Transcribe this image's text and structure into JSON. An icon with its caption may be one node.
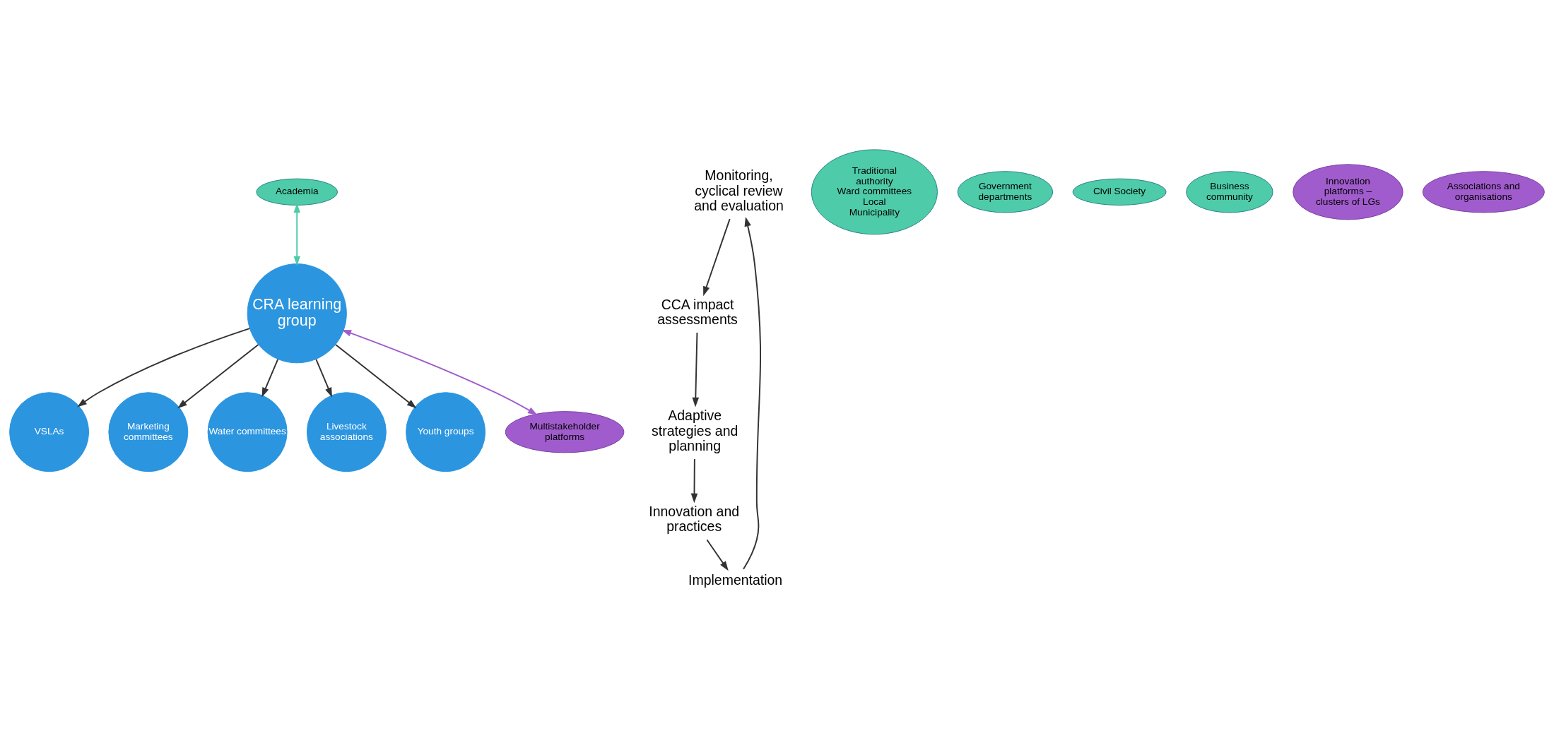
{
  "diagram": {
    "nodes": [
      {
        "text": [
          "CRA learning group"
        ]
      },
      {
        "text": [
          "VSLAs"
        ]
      },
      {
        "text": [
          "Marketing committees"
        ]
      },
      {
        "text": [
          "Water committees"
        ]
      },
      {
        "text": [
          "Livestock associations"
        ]
      },
      {
        "text": [
          "Youth groups"
        ]
      },
      {
        "text": [
          "Monitoring, cyclical review and evaluation"
        ]
      },
      {
        "text": [
          "CCA impact assessments"
        ]
      },
      {
        "text": [
          "Adaptive strategies and planning"
        ]
      },
      {
        "text": [
          "Innovation and practices"
        ]
      },
      {
        "text": [
          "Implementation"
        ]
      },
      {
        "text": [
          "Traditional authority",
          "Ward committees",
          "Local Municipality"
        ]
      },
      {
        "text": [
          "Government departments"
        ]
      },
      {
        "text": [
          "Civil Society"
        ]
      },
      {
        "text": [
          "Business community"
        ]
      },
      {
        "text": [
          "Academia"
        ]
      },
      {
        "text": [
          "Innovation platforms – clusters of LGs"
        ]
      },
      {
        "text": [
          "Associations and organisations"
        ]
      },
      {
        "text": [
          "Multistakeholder platforms"
        ]
      }
    ],
    "edges": [
      {
        "from": 0,
        "to": 1,
        "arrow": "to"
      },
      {
        "from": 0,
        "to": 2,
        "arrow": "to"
      },
      {
        "from": 0,
        "to": 3,
        "arrow": "to"
      },
      {
        "from": 0,
        "to": 4,
        "arrow": "to"
      },
      {
        "from": 0,
        "to": 5,
        "arrow": "to"
      },
      {
        "from": 6,
        "to": 7,
        "arrow": "to"
      },
      {
        "from": 7,
        "to": 8,
        "arrow": "to"
      },
      {
        "from": 8,
        "to": 9,
        "arrow": "to"
      },
      {
        "from": 9,
        "to": 10,
        "arrow": "to"
      },
      {
        "from": 10,
        "to": 6,
        "arrow": "to"
      },
      {
        "from": 15,
        "to": 0,
        "arrow": "both",
        "color": "#4ecba8"
      },
      {
        "from": 0,
        "to": 18,
        "arrow": "both",
        "color": "#a05ccc"
      }
    ]
  }
}
